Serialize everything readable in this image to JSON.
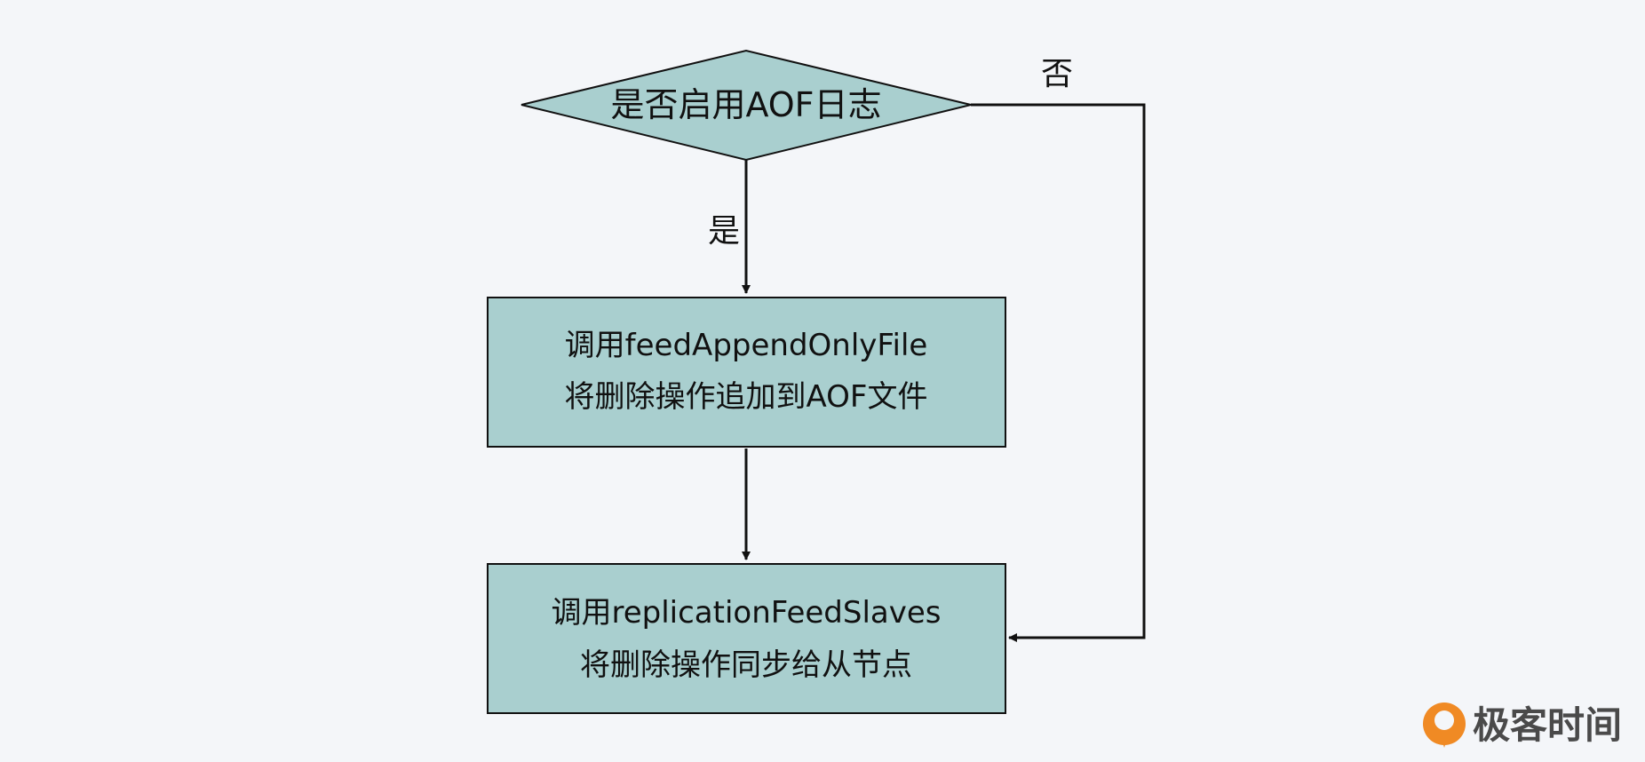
{
  "diagram": {
    "decision": {
      "label": "是否启用AOF日志"
    },
    "step_aof": {
      "line1": "调用feedAppendOnlyFile",
      "line2": "将删除操作追加到AOF文件"
    },
    "step_replication": {
      "line1": "调用replicationFeedSlaves",
      "line2": "将删除操作同步给从节点"
    },
    "edges": {
      "yes_label": "是",
      "no_label": "否"
    }
  },
  "brand": {
    "name": "极客时间"
  },
  "colors": {
    "background": "#f4f6f9",
    "node_fill": "#a9cfcf",
    "stroke": "#111111",
    "brand_accent": "#f08a24"
  }
}
